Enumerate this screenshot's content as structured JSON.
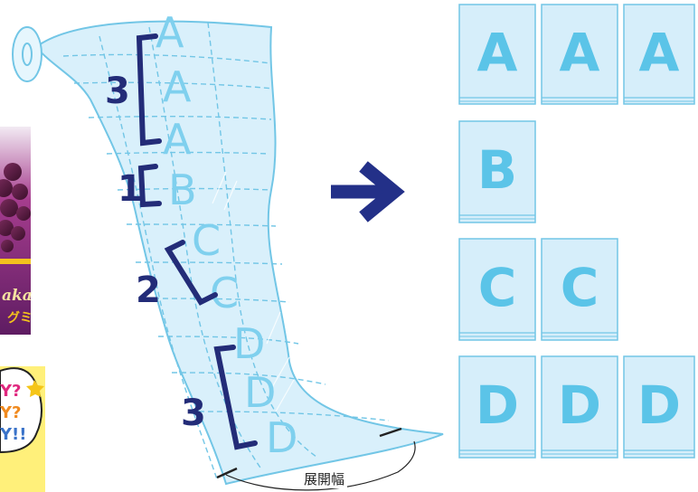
{
  "groups": [
    {
      "letter": "A",
      "count": "3"
    },
    {
      "letter": "B",
      "count": "1"
    },
    {
      "letter": "C",
      "count": "2"
    },
    {
      "letter": "D",
      "count": "3"
    }
  ],
  "film_letters": [
    "A",
    "A",
    "A",
    "B",
    "C",
    "C",
    "D",
    "D",
    "D"
  ],
  "tiles": {
    "row_a": [
      "A",
      "A",
      "A"
    ],
    "row_b": [
      "B"
    ],
    "row_c": [
      "C",
      "C"
    ],
    "row_d": [
      "D",
      "D",
      "D"
    ]
  },
  "width_label": "展開幅",
  "left_photo_fragment": "aka",
  "left_photo_fragment2": "グミ",
  "left_card_text": [
    "Y?",
    "Y?",
    "Y!!"
  ],
  "colors": {
    "film_fill": "#d9f0fb",
    "film_line": "#72c6e6",
    "letter": "#5bc4e8",
    "bracket": "#232c78",
    "arrow": "#233088",
    "tile_fill": "#d6eefa"
  }
}
